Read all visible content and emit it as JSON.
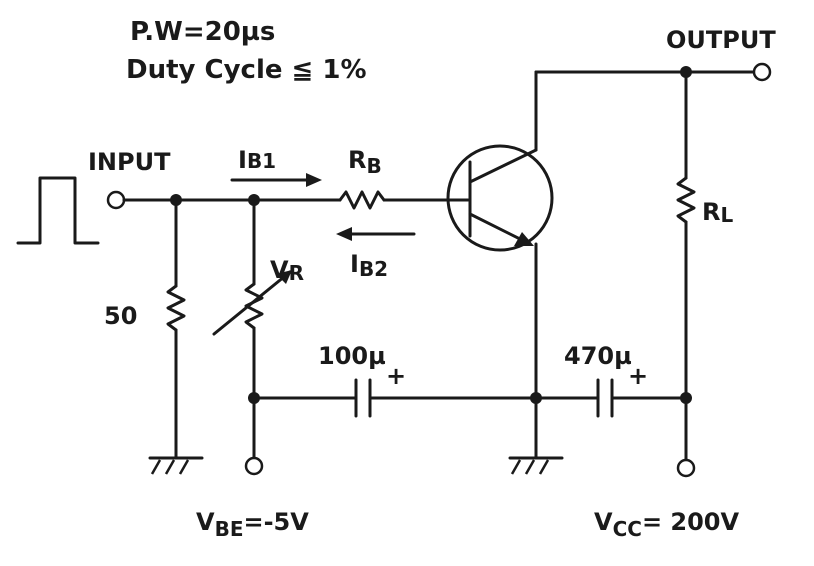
{
  "notes": {
    "pulse_width": "P.W=20µs",
    "duty_cycle": "Duty Cycle ≦ 1%"
  },
  "labels": {
    "input": "INPUT",
    "output": "OUTPUT",
    "ib1_main": "I",
    "ib1_sub": "B1",
    "ib2_main": "I",
    "ib2_sub": "B2",
    "rb_main": "R",
    "rb_sub": "B",
    "rl_main": "R",
    "rl_sub": "L",
    "vr_main": "V",
    "vr_sub": "R",
    "r50": "50",
    "c1": "100µ",
    "c2": "470µ",
    "plus1": "+",
    "plus2": "+",
    "vbe_main": "V",
    "vbe_sub": "BE",
    "vbe_value": "=-5V",
    "vcc_main": "V",
    "vcc_sub": "CC",
    "vcc_value": "= 200V"
  },
  "colors": {
    "ink": "#1a1a1a",
    "background": "#ffffff"
  }
}
